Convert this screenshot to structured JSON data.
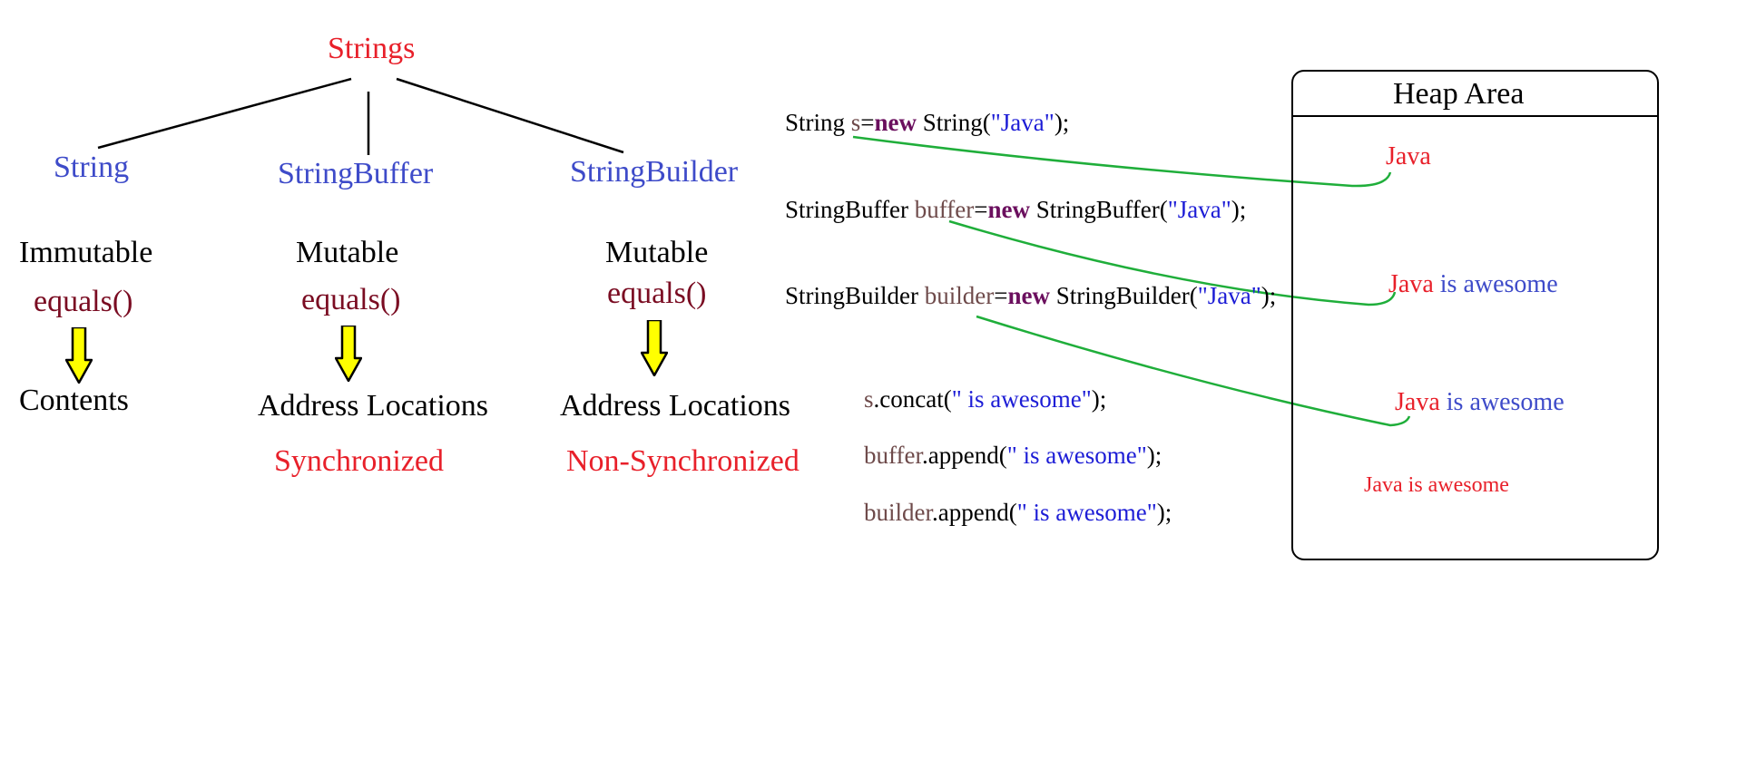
{
  "tree": {
    "root": "Strings",
    "branches": [
      {
        "name": "String",
        "mutability": "Immutable",
        "method": "equals()",
        "compares": "Contents",
        "sync": ""
      },
      {
        "name": "StringBuffer",
        "mutability": "Mutable",
        "method": "equals()",
        "compares": "Address Locations",
        "sync": "Synchronized"
      },
      {
        "name": "StringBuilder",
        "mutability": "Mutable",
        "method": "equals()",
        "compares": "Address Locations",
        "sync": "Non-Synchronized"
      }
    ]
  },
  "code": {
    "decl1": {
      "type": "String ",
      "var": "s",
      "op": "=",
      "kw": "new",
      "ctor": " String(",
      "str": "\"Java\"",
      "end": ");"
    },
    "decl2": {
      "type": "StringBuffer ",
      "var": "buffer",
      "op": "=",
      "kw": "new",
      "ctor": " StringBuffer(",
      "str": "\"Java\"",
      "end": ");"
    },
    "decl3": {
      "type": "StringBuilder ",
      "var": "builder",
      "op": "=",
      "kw": "new",
      "ctor": " StringBuilder(",
      "str": "\"Java\"",
      "end": ");"
    },
    "call1": {
      "var": "s",
      "method": ".concat(",
      "str": "\" is awesome\"",
      "end": ");"
    },
    "call2": {
      "var": "buffer",
      "method": ".append(",
      "str": "\" is awesome\"",
      "end": ");"
    },
    "call3": {
      "var": "builder",
      "method": ".append(",
      "str": "\" is awesome\"",
      "end": ");"
    }
  },
  "heap": {
    "title": "Heap Area",
    "obj1": {
      "first": "Java",
      "rest": ""
    },
    "obj2": {
      "first": "Java",
      "rest": " is awesome"
    },
    "obj3": {
      "first": "Java",
      "rest": " is awesome"
    },
    "obj4": {
      "first": "Java is awesome",
      "rest": ""
    }
  },
  "colors": {
    "root": "#e8202a",
    "class_name": "#3e4bc9",
    "method": "#7a0c22",
    "sync": "#e8202a",
    "arrow_fill": "#ffff00",
    "pointer_line": "#1fae3a",
    "keyword": "#6b0f5e",
    "string_literal": "#1d1dd6"
  }
}
